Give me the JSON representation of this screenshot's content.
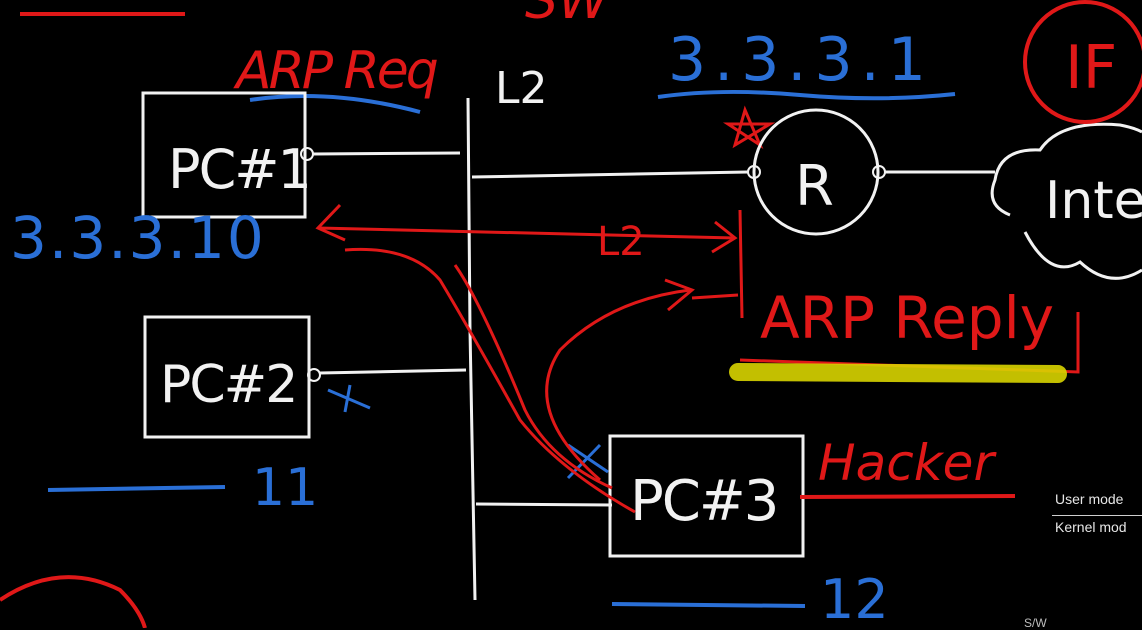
{
  "labels": {
    "top_sw": "SW",
    "arp_req": "ARP Req",
    "l2_switch": "L2",
    "router_ip": "3.3.3.1",
    "router": "R",
    "internet": "Inte",
    "pc1": "PC#1",
    "pc1_ip": "3.3.3.10",
    "l2_arrow": "L2",
    "arp_reply": "ARP Reply",
    "pc2": "PC#2",
    "pc2_ip_suffix": "11",
    "pc3": "PC#3",
    "pc3_ip_suffix": "12",
    "hacker": "Hacker",
    "right_ip_fragment": "IF"
  },
  "ui_panel": {
    "user_mode": "User mode",
    "kernel_mode": "Kernel mod",
    "sw": "S/W"
  },
  "colors": {
    "background": "#000000",
    "chalk_white": "#f2f2f2",
    "marker_red": "#e01818",
    "marker_blue": "#2a6fd6",
    "highlight_yellow": "#d8d400"
  }
}
